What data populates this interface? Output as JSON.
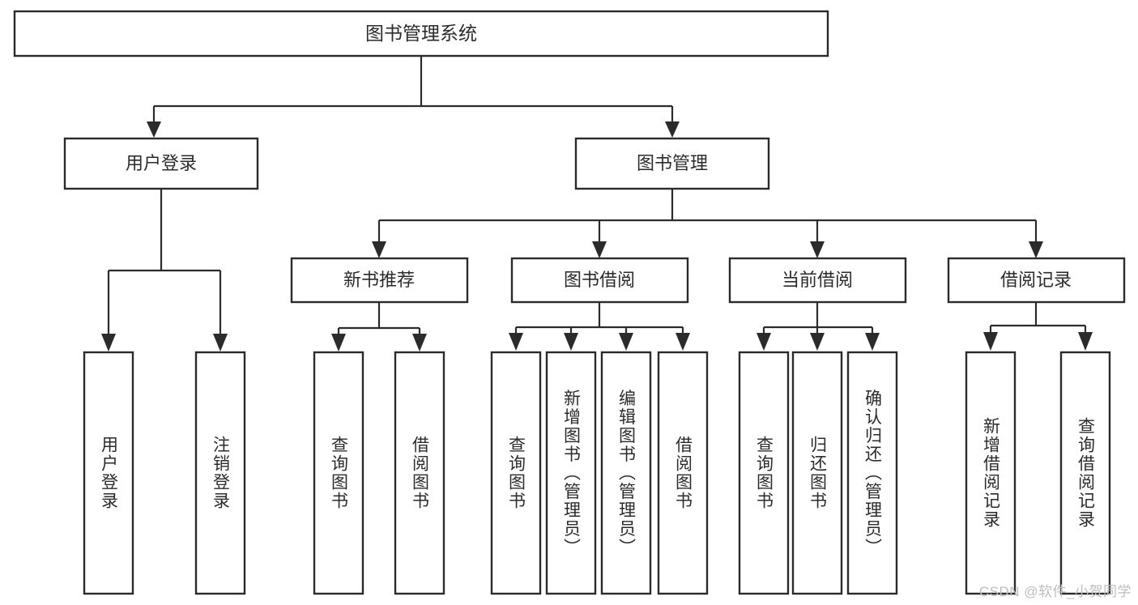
{
  "diagram": {
    "type": "tree-hierarchy",
    "title": "图书管理系统",
    "watermark": "CSDN @软件_小贺同学",
    "colors": {
      "stroke": "#2b2b2b",
      "fill": "#ffffff",
      "background": "#ffffff",
      "watermark": "#bdbdbd"
    },
    "root": {
      "label": "图书管理系统"
    },
    "level2": [
      {
        "label": "用户登录"
      },
      {
        "label": "图书管理"
      }
    ],
    "level3": [
      {
        "label": "新书推荐"
      },
      {
        "label": "图书借阅"
      },
      {
        "label": "当前借阅"
      },
      {
        "label": "借阅记录"
      }
    ],
    "leaves": {
      "user_login": [
        {
          "label": "用户登录"
        },
        {
          "label": "注销登录"
        }
      ],
      "new_book_recommend": [
        {
          "label": "查询图书"
        },
        {
          "label": "借阅图书"
        }
      ],
      "book_borrow": [
        {
          "label": "查询图书"
        },
        {
          "label": "新增图书（管理员）"
        },
        {
          "label": "编辑图书（管理员）"
        },
        {
          "label": "借阅图书"
        }
      ],
      "current_borrow": [
        {
          "label": "查询图书"
        },
        {
          "label": "归还图书"
        },
        {
          "label": "确认归还（管理员）"
        }
      ],
      "borrow_record": [
        {
          "label": "新增借阅记录"
        },
        {
          "label": "查询借阅记录"
        }
      ]
    }
  }
}
